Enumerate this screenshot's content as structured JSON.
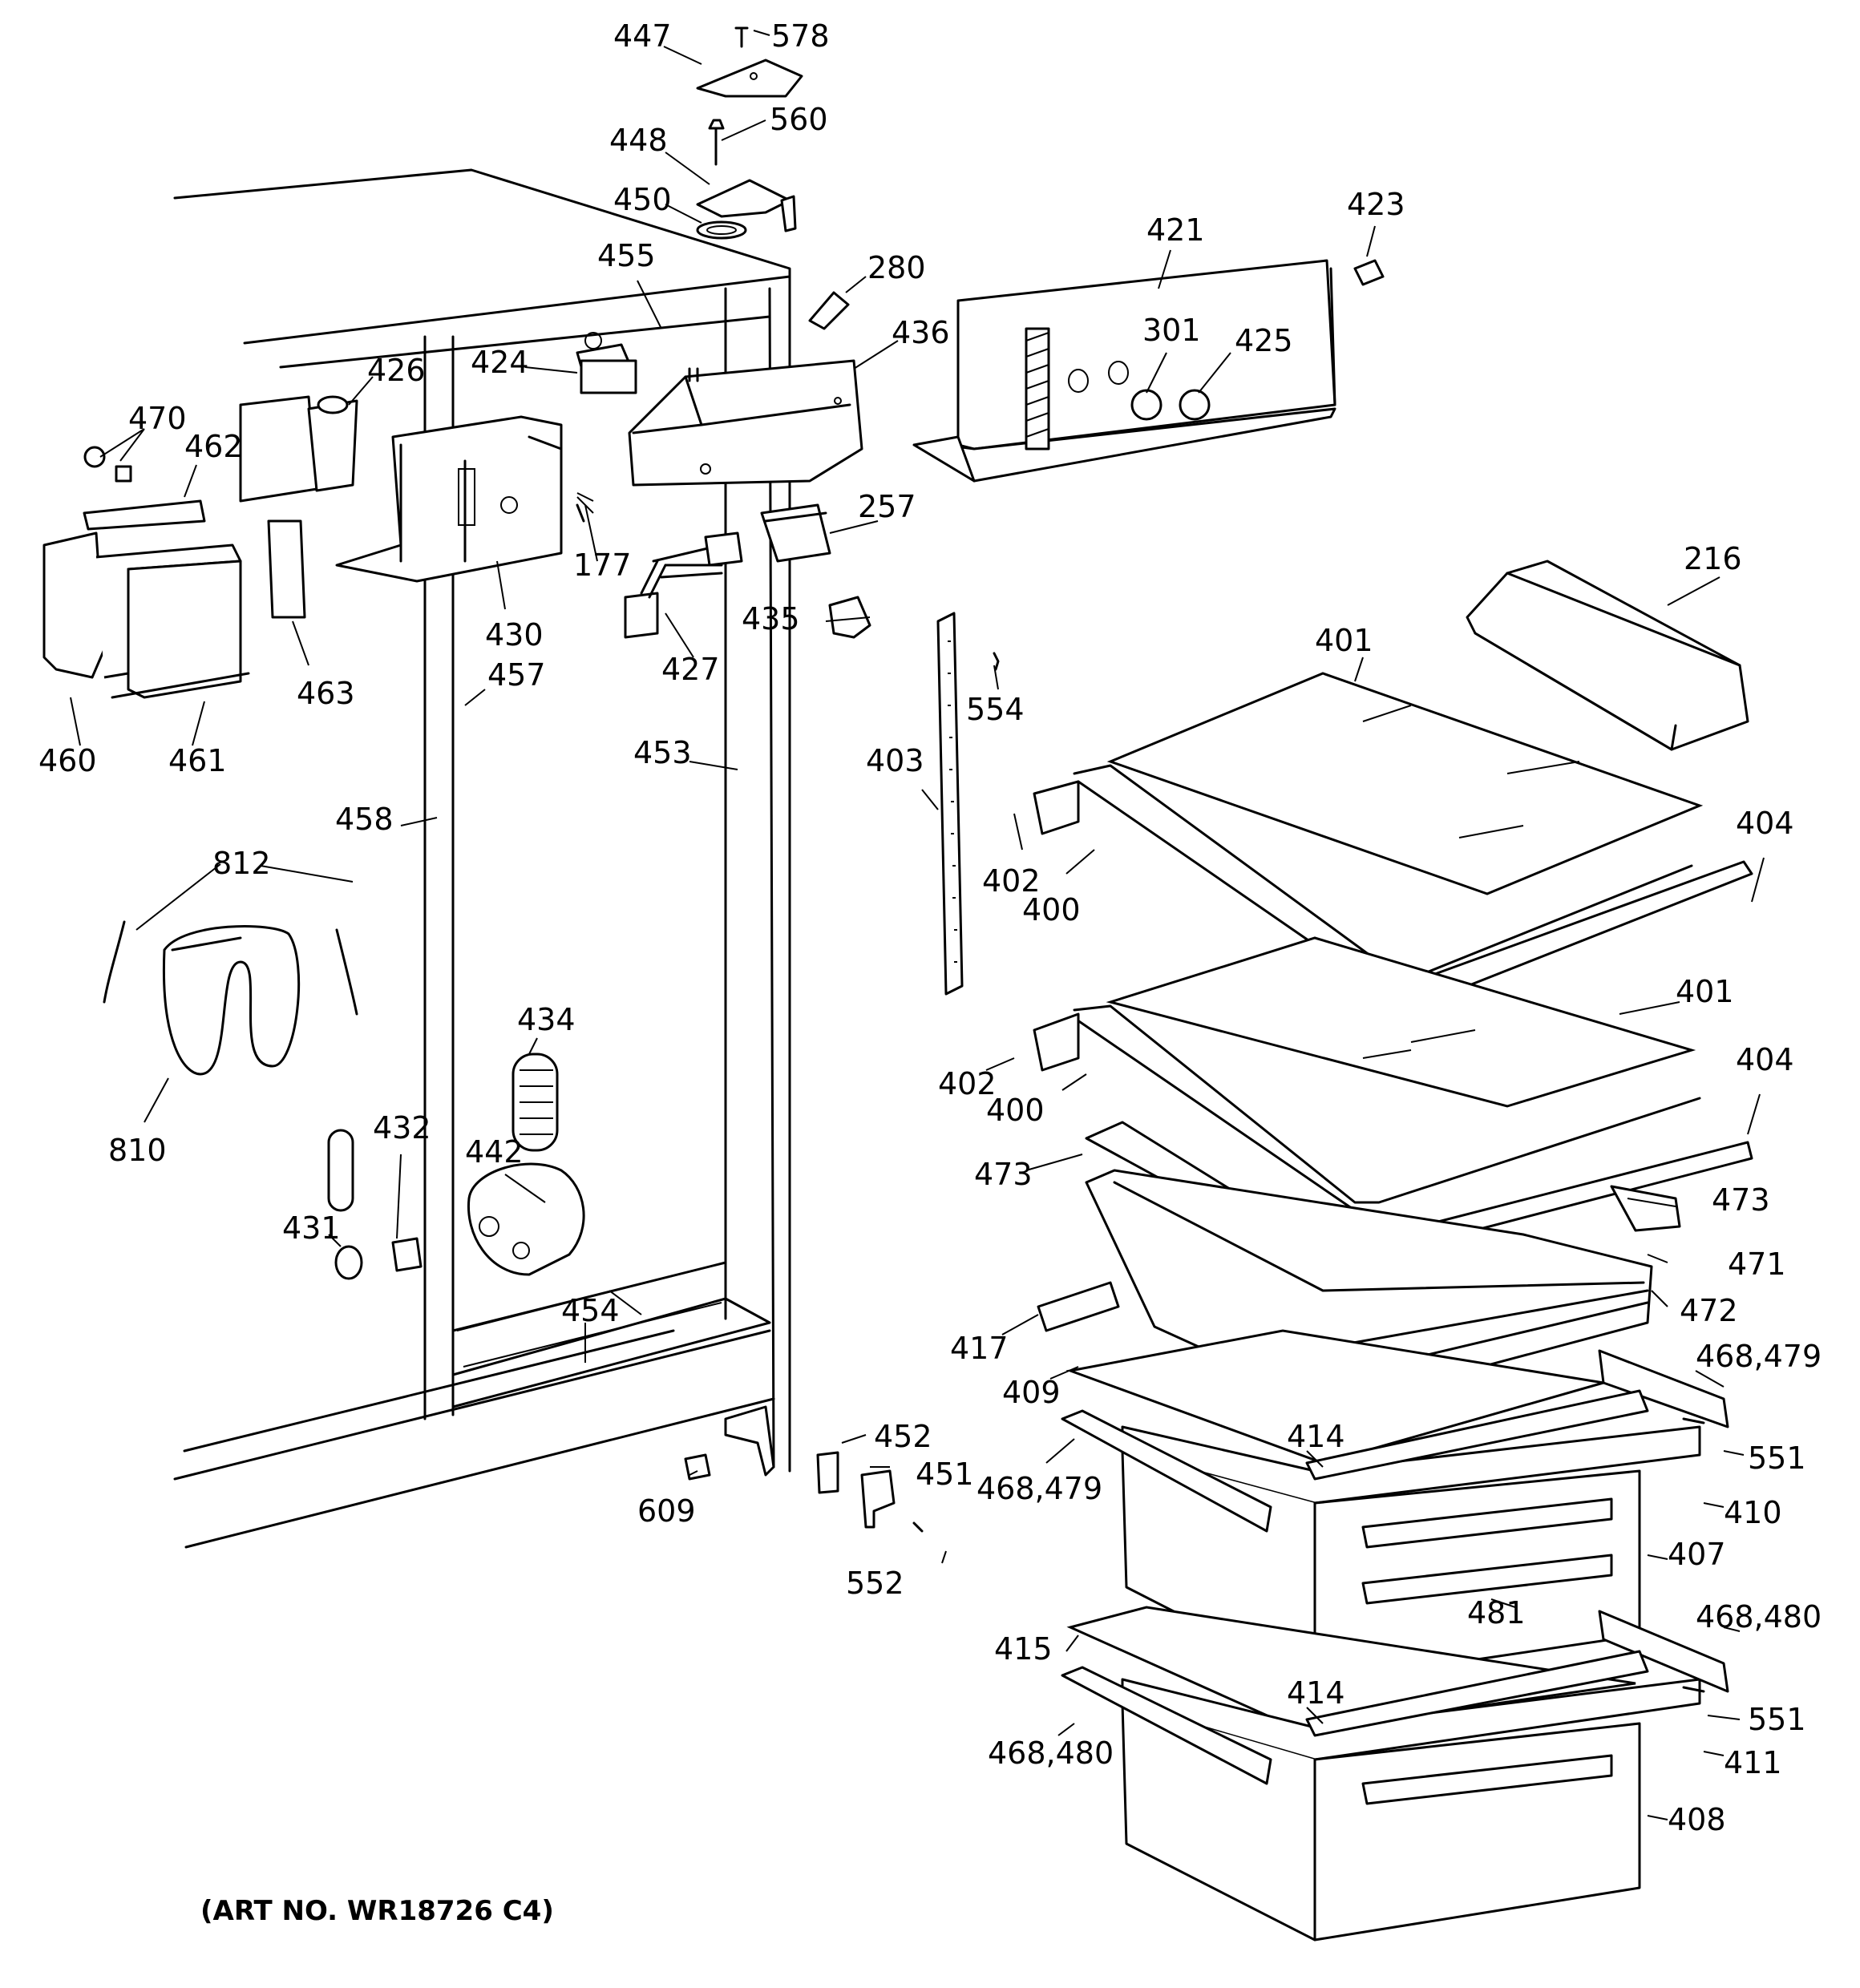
{
  "diagram": {
    "art_number": "(ART NO. WR18726 C4)",
    "callouts": [
      {
        "id": "578",
        "text": "578"
      },
      {
        "id": "447",
        "text": "447"
      },
      {
        "id": "560",
        "text": "560"
      },
      {
        "id": "448",
        "text": "448"
      },
      {
        "id": "450",
        "text": "450"
      },
      {
        "id": "455",
        "text": "455"
      },
      {
        "id": "280",
        "text": "280"
      },
      {
        "id": "421",
        "text": "421"
      },
      {
        "id": "423",
        "text": "423"
      },
      {
        "id": "436",
        "text": "436"
      },
      {
        "id": "424",
        "text": "424"
      },
      {
        "id": "426",
        "text": "426"
      },
      {
        "id": "301",
        "text": "301"
      },
      {
        "id": "425",
        "text": "425"
      },
      {
        "id": "470",
        "text": "470"
      },
      {
        "id": "462",
        "text": "462"
      },
      {
        "id": "257",
        "text": "257"
      },
      {
        "id": "177",
        "text": "177"
      },
      {
        "id": "216",
        "text": "216"
      },
      {
        "id": "430",
        "text": "430"
      },
      {
        "id": "435",
        "text": "435"
      },
      {
        "id": "401a",
        "text": "401"
      },
      {
        "id": "427",
        "text": "427"
      },
      {
        "id": "457",
        "text": "457"
      },
      {
        "id": "463",
        "text": "463"
      },
      {
        "id": "554",
        "text": "554"
      },
      {
        "id": "453",
        "text": "453"
      },
      {
        "id": "460",
        "text": "460"
      },
      {
        "id": "461",
        "text": "461"
      },
      {
        "id": "403",
        "text": "403"
      },
      {
        "id": "458",
        "text": "458"
      },
      {
        "id": "404a",
        "text": "404"
      },
      {
        "id": "812",
        "text": "812"
      },
      {
        "id": "402a",
        "text": "402"
      },
      {
        "id": "400a",
        "text": "400"
      },
      {
        "id": "401b",
        "text": "401"
      },
      {
        "id": "434",
        "text": "434"
      },
      {
        "id": "404b",
        "text": "404"
      },
      {
        "id": "402b",
        "text": "402"
      },
      {
        "id": "400b",
        "text": "400"
      },
      {
        "id": "432",
        "text": "432"
      },
      {
        "id": "810",
        "text": "810"
      },
      {
        "id": "442",
        "text": "442"
      },
      {
        "id": "473a",
        "text": "473"
      },
      {
        "id": "473b",
        "text": "473"
      },
      {
        "id": "431",
        "text": "431"
      },
      {
        "id": "471",
        "text": "471"
      },
      {
        "id": "472",
        "text": "472"
      },
      {
        "id": "454",
        "text": "454"
      },
      {
        "id": "417",
        "text": "417"
      },
      {
        "id": "468_479a",
        "text": "468,479"
      },
      {
        "id": "409",
        "text": "409"
      },
      {
        "id": "452",
        "text": "452"
      },
      {
        "id": "414a",
        "text": "414"
      },
      {
        "id": "551a",
        "text": "551"
      },
      {
        "id": "451",
        "text": "451"
      },
      {
        "id": "468_479b",
        "text": "468,479"
      },
      {
        "id": "609",
        "text": "609"
      },
      {
        "id": "410",
        "text": "410"
      },
      {
        "id": "407",
        "text": "407"
      },
      {
        "id": "552",
        "text": "552"
      },
      {
        "id": "481",
        "text": "481"
      },
      {
        "id": "468_480a",
        "text": "468,480"
      },
      {
        "id": "415",
        "text": "415"
      },
      {
        "id": "414b",
        "text": "414"
      },
      {
        "id": "551b",
        "text": "551"
      },
      {
        "id": "468_480b",
        "text": "468,480"
      },
      {
        "id": "411",
        "text": "411"
      },
      {
        "id": "408",
        "text": "408"
      }
    ]
  }
}
